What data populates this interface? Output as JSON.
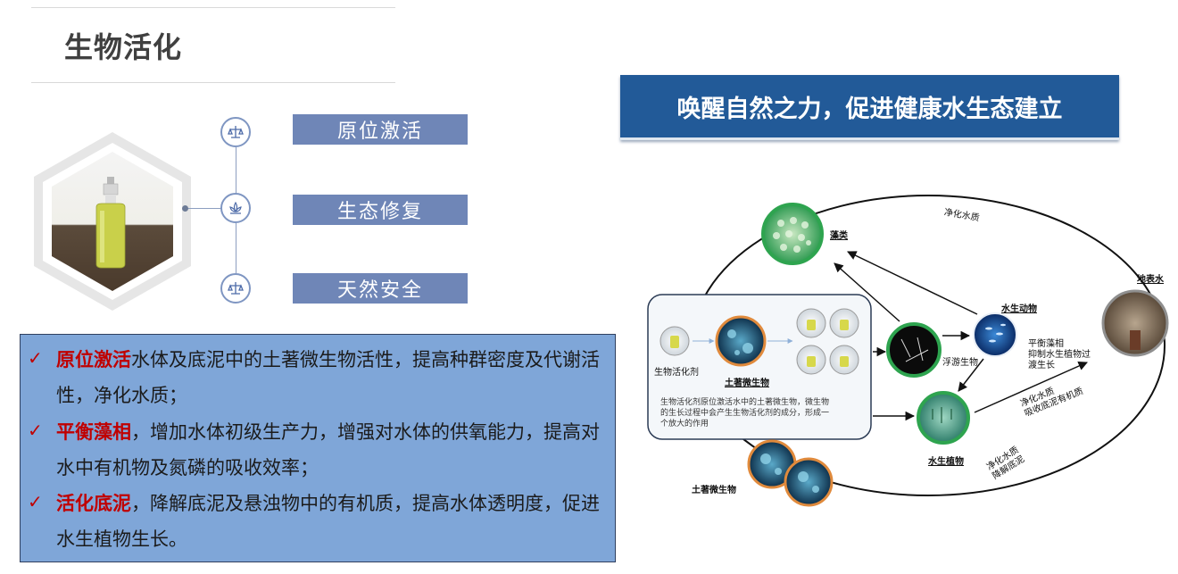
{
  "header": {
    "title": "生物活化"
  },
  "features": [
    {
      "label": "原位激活"
    },
    {
      "label": "生态修复"
    },
    {
      "label": "天然安全"
    }
  ],
  "bullets": [
    {
      "highlight": "原位激活",
      "text": "水体及底泥中的土著微生物活性，提高种群密度及代谢活性，净化水质；"
    },
    {
      "highlight": "平衡藻相",
      "text": "，增加水体初级生产力，增强对水体的供氧能力，提高对水中有机物及氮磷的吸收效率；"
    },
    {
      "highlight": "活化底泥",
      "text": "，降解底泥及悬浊物中的有机质，提高水体透明度，促进水生植物生长。"
    }
  ],
  "banner": {
    "text": "唤醒自然之力，促进健康水生态建立"
  },
  "diagram": {
    "algae": "藻类",
    "purify_top": "净化水质",
    "surface_water": "地表水",
    "aquatic_animals": "水生动物",
    "plankton": "浮游生物",
    "balance_note": "平衡藻相\n抑制水生植物过\n渡生长",
    "agent": "生物活化剂",
    "indigenous_inner": "土著微生物",
    "description": "生物活化剂原位激活水中的土著微生物，微生物的生长过程中会产生生物活化剂的成分，形成一个放大的作用",
    "aquatic_plants": "水生植物",
    "purify_absorb": "净化水质\n吸收底泥有机质",
    "purify_degrade": "净化水质\n降解底泥",
    "indigenous_bottom": "土著微生物"
  },
  "colors": {
    "banner": "#225a98",
    "pill": "#6f86b7",
    "panel": "#7fa6d8",
    "highlight": "#c00000"
  }
}
